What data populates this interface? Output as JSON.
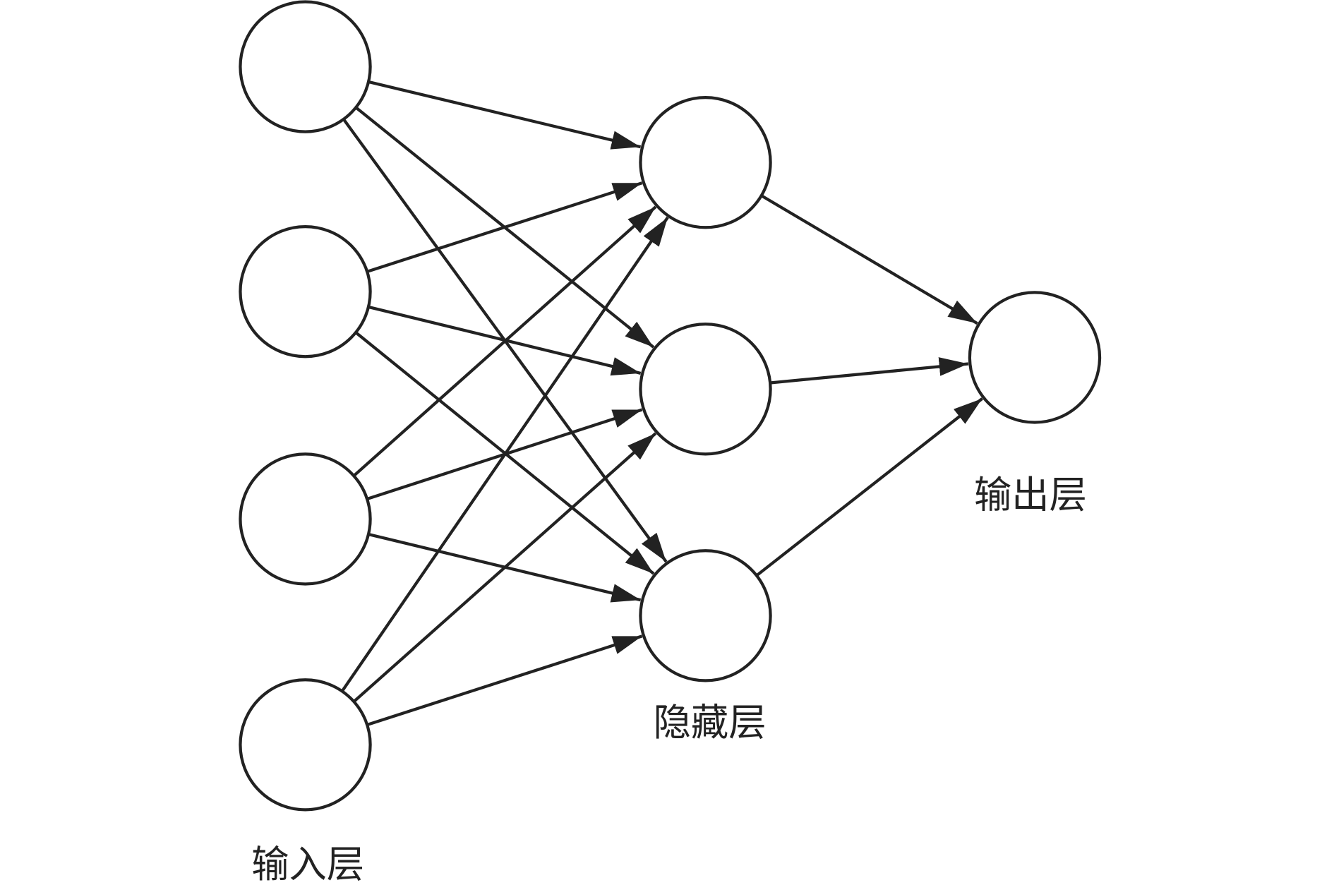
{
  "layers": [
    {
      "name": "input",
      "label": "输入层",
      "node_count": 4
    },
    {
      "name": "hidden",
      "label": "隐藏层",
      "node_count": 3
    },
    {
      "name": "output",
      "label": "输出层",
      "node_count": 1
    }
  ],
  "connections": "fully-connected",
  "colors": {
    "stroke": "#222222",
    "background": "#ffffff"
  }
}
